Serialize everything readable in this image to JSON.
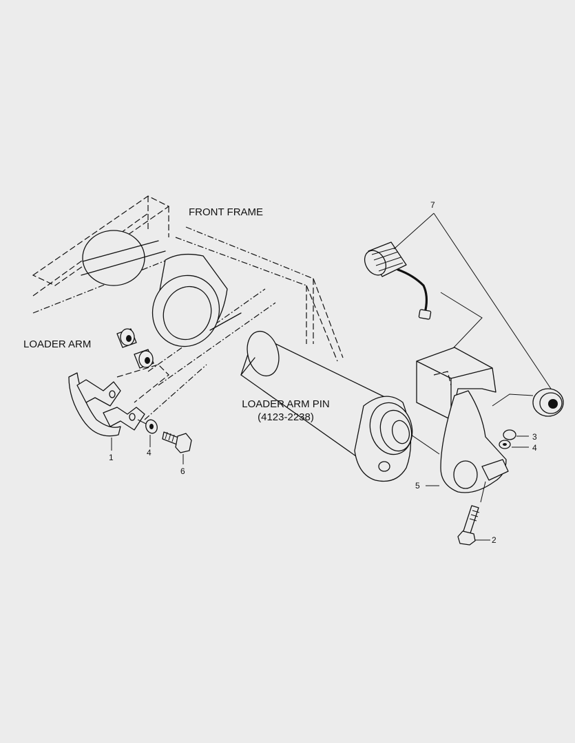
{
  "labels": {
    "front_frame": "FRONT FRAME",
    "loader_arm": "LOADER ARM",
    "loader_arm_pin": "LOADER ARM PIN",
    "loader_arm_pin_part_no": "(4123-2238)"
  },
  "callouts": {
    "c1": "1",
    "c2": "2",
    "c3": "3",
    "c4_left": "4",
    "c4_right": "4",
    "c5": "5",
    "c6": "6",
    "c7": "7"
  }
}
